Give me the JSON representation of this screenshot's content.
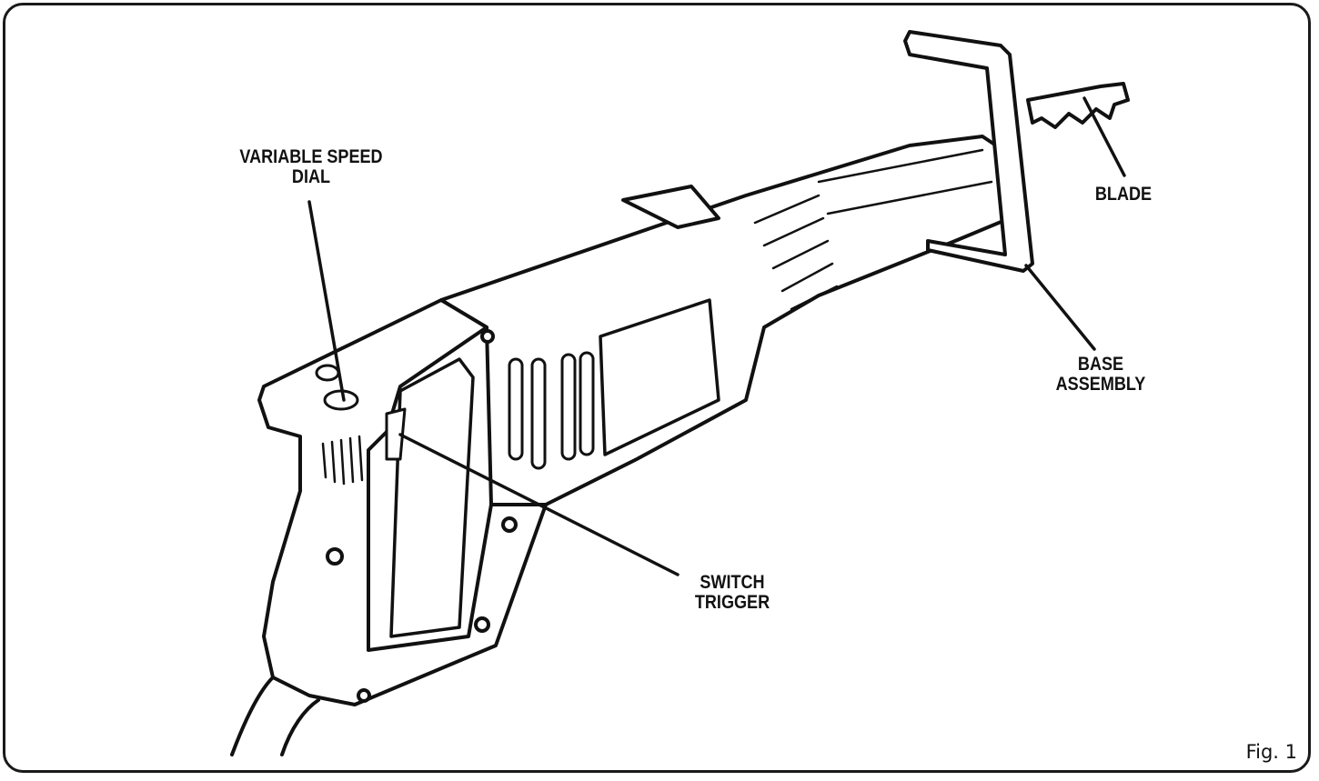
{
  "figure": {
    "label": "Fig. 1",
    "callouts": {
      "variable_speed_dial": [
        "VARIABLE SPEED",
        "DIAL"
      ],
      "blade": [
        "BLADE"
      ],
      "base_assembly": [
        "BASE",
        "ASSEMBLY"
      ],
      "switch_trigger": [
        "SWITCH",
        "TRIGGER"
      ]
    }
  },
  "colors": {
    "line": "#111111",
    "background": "#ffffff"
  }
}
